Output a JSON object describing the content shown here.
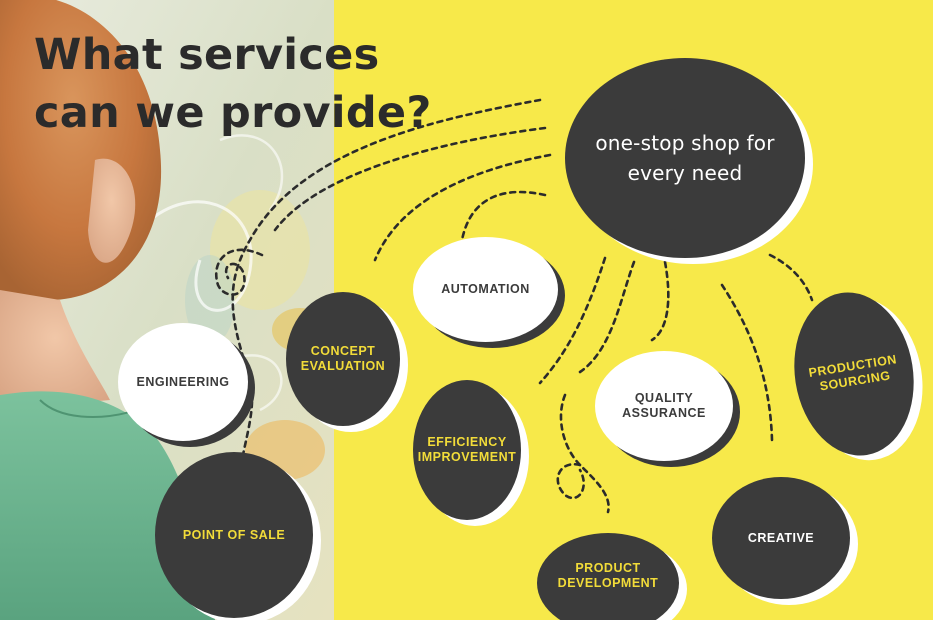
{
  "title": "What services can we provide?",
  "hub": "one-stop shop for every need",
  "services": {
    "automation": "AUTOMATION",
    "concept_evaluation": "CONCEPT EVALUATION",
    "engineering": "ENGINEERING",
    "efficiency_improvement": "EFFICIENCY IMPROVEMENT",
    "quality_assurance": "QUALITY ASSURANCE",
    "production_sourcing": "PRODUCTION SOURCING",
    "point_of_sale": "POINT OF SALE",
    "creative": "CREATIVE",
    "product_development": "PRODUCT DEVELOPMENT"
  },
  "colors": {
    "background": "#f7e94a",
    "bubble_dark": "#3b3b3b",
    "bubble_light": "#ffffff",
    "accent_text": "#f2dc39",
    "title_text": "#2b2b2b"
  },
  "photo": "child drawing on glass"
}
